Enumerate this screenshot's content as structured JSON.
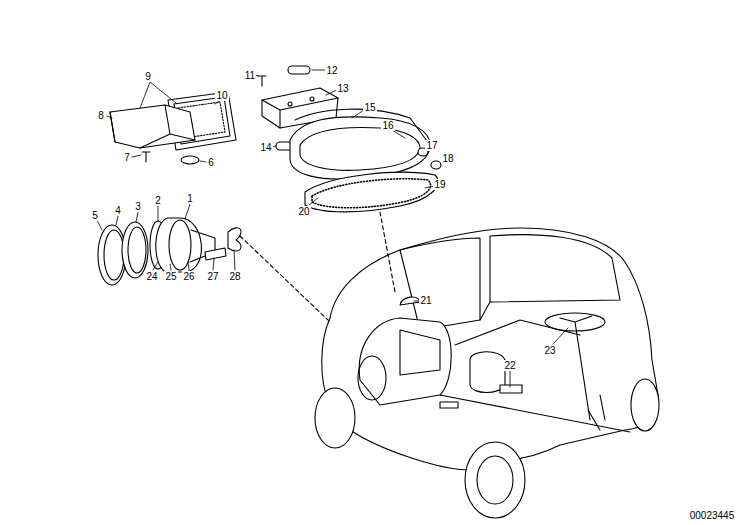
{
  "diagram": {
    "labels": [
      "9",
      "11",
      "12",
      "10",
      "13",
      "8",
      "15",
      "16",
      "7",
      "6",
      "14",
      "17",
      "18",
      "19",
      "20",
      "1",
      "5",
      "4",
      "3",
      "2",
      "24",
      "25",
      "26",
      "27",
      "28",
      "21",
      "23",
      "22",
      "00023445"
    ]
  }
}
